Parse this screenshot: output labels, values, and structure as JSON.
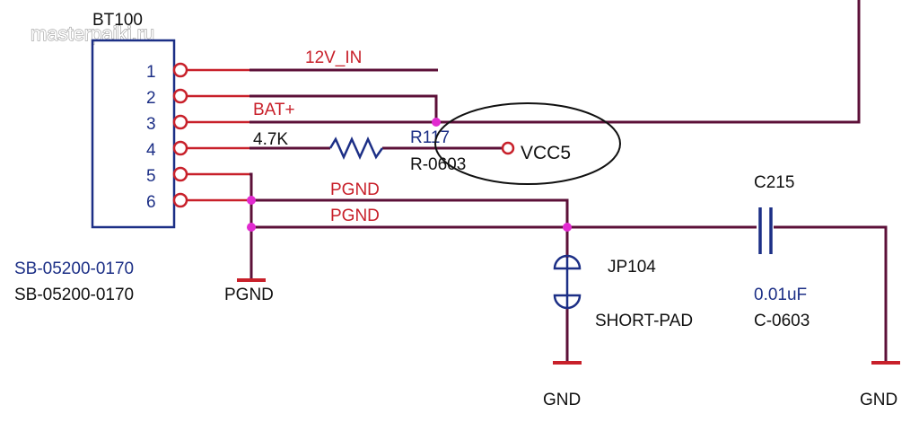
{
  "watermark": "masterpaiki.ru",
  "connector": {
    "ref": "BT100",
    "pins": [
      "1",
      "2",
      "3",
      "4",
      "5",
      "6"
    ],
    "part_numbers": [
      "SB-05200-0170",
      "SB-05200-0170"
    ]
  },
  "nets": {
    "n12v": "12V_IN",
    "bat": "BAT+",
    "pgnd1": "PGND",
    "pgnd2": "PGND"
  },
  "resistor": {
    "ref": "R117",
    "value": "4.7K",
    "package": "R-0603",
    "net": "VCC5"
  },
  "jumper": {
    "ref": "JP104",
    "type": "SHORT-PAD"
  },
  "capacitor": {
    "ref": "C215",
    "value": "0.01uF",
    "package": "C-0603"
  },
  "grounds": {
    "pgnd": "PGND",
    "gnd_left": "GND",
    "gnd_right": "GND"
  },
  "colors": {
    "wire": "#5c1038",
    "pin": "#c8202a",
    "junction": "#e22ad0",
    "part": "#1c2f86",
    "text": "#111111"
  }
}
